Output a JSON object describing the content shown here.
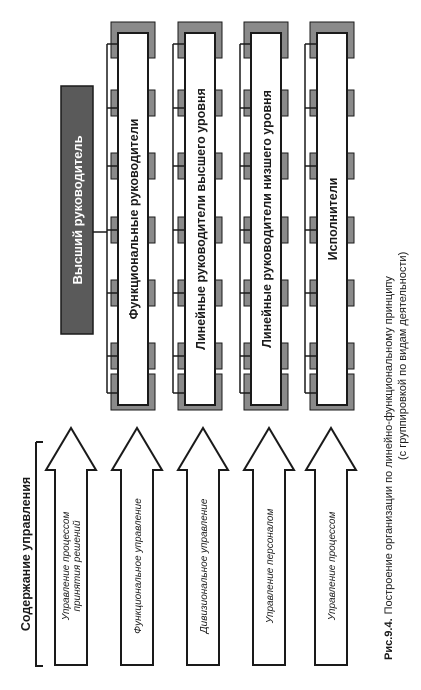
{
  "header": {
    "content_label": "Содержание управления"
  },
  "arrows": [
    {
      "label_line1": "Управление процессом",
      "label_line2": "принятия решений"
    },
    {
      "label_line1": "Функциональное управление",
      "label_line2": ""
    },
    {
      "label_line1": "Дивизиональное управление",
      "label_line2": ""
    },
    {
      "label_line1": "Управление персоналом",
      "label_line2": ""
    },
    {
      "label_line1": "Управление процессом",
      "label_line2": ""
    }
  ],
  "levels": {
    "top": "Высший руководитель",
    "columns": [
      "Функциональные руководители",
      "Линейные руководители высшего уровня",
      "Линейные руководители низшего уровня",
      "Исполнители"
    ]
  },
  "caption": {
    "prefix": "Рис.9.4.",
    "text": "Построение организации по линейно-функциональному принципу",
    "subtext": "(с группировкой по видам деятельности)"
  },
  "colors": {
    "ink": "#1a1a1a",
    "box_dark": "#5a5a5a",
    "block_gray": "#8a8a8a",
    "paper": "#ffffff"
  }
}
